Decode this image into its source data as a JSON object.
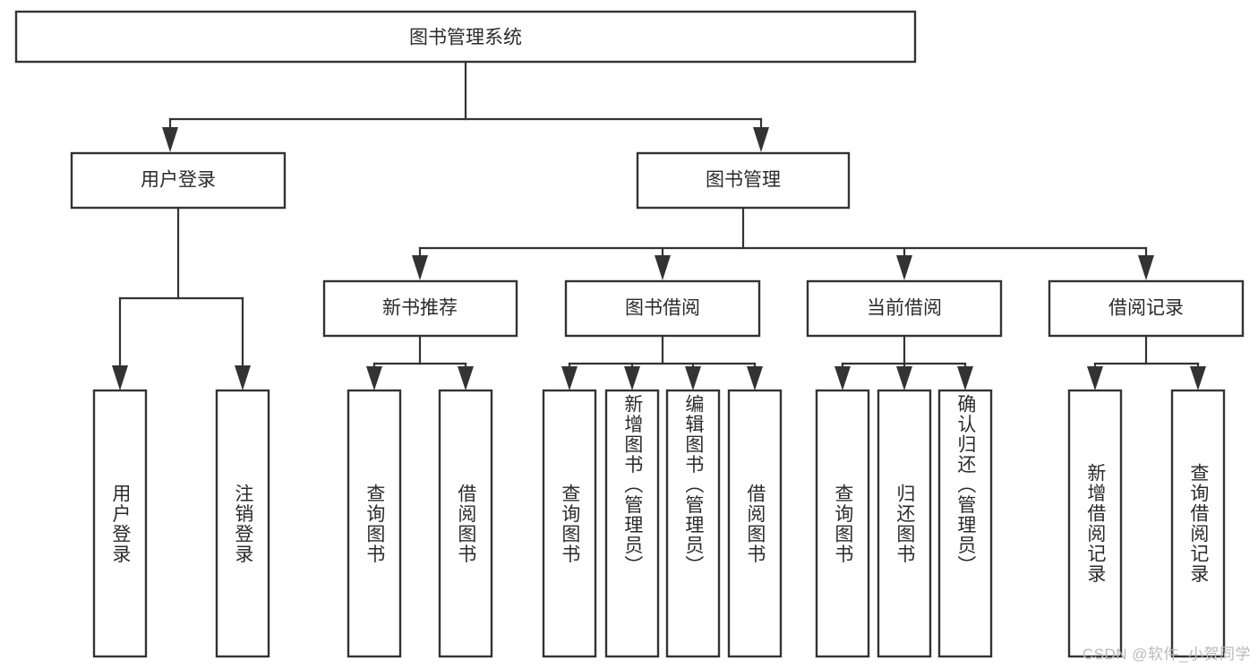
{
  "diagram": {
    "title": "图书管理系统",
    "type": "tree-hierarchy-diagram",
    "orientation": "top-down",
    "colors": {
      "box_stroke": "#333333",
      "box_fill": "#ffffff",
      "connector": "#333333",
      "text": "#2b2b2b",
      "background": "#ffffff",
      "watermark": "#b9b9b9"
    },
    "root": {
      "label": "图书管理系统",
      "text_direction": "horizontal"
    },
    "level2": [
      {
        "id": "user-login",
        "label": "用户登录",
        "text_direction": "horizontal"
      },
      {
        "id": "book-management",
        "label": "图书管理",
        "text_direction": "horizontal"
      }
    ],
    "level3": [
      {
        "id": "new-book-recommend",
        "label": "新书推荐",
        "text_direction": "horizontal",
        "parent": "book-management"
      },
      {
        "id": "book-borrow",
        "label": "图书借阅",
        "text_direction": "horizontal",
        "parent": "book-management"
      },
      {
        "id": "current-borrow",
        "label": "当前借阅",
        "text_direction": "horizontal",
        "parent": "book-management"
      },
      {
        "id": "borrow-record",
        "label": "借阅记录",
        "text_direction": "horizontal",
        "parent": "book-management"
      }
    ],
    "leaves": [
      {
        "id": "leaf-user-login",
        "label": "用户登录",
        "parent": "user-login",
        "text_direction": "vertical"
      },
      {
        "id": "leaf-logout",
        "label": "注销登录",
        "parent": "user-login",
        "text_direction": "vertical"
      },
      {
        "id": "leaf-query-book-1",
        "label": "查询图书",
        "parent": "new-book-recommend",
        "text_direction": "vertical"
      },
      {
        "id": "leaf-borrow-book-1",
        "label": "借阅图书",
        "parent": "new-book-recommend",
        "text_direction": "vertical"
      },
      {
        "id": "leaf-query-book-2",
        "label": "查询图书",
        "parent": "book-borrow",
        "text_direction": "vertical"
      },
      {
        "id": "leaf-add-book-admin",
        "label": "新增图书（管理员）",
        "parent": "book-borrow",
        "text_direction": "vertical"
      },
      {
        "id": "leaf-edit-book-admin",
        "label": "编辑图书（管理员）",
        "parent": "book-borrow",
        "text_direction": "vertical"
      },
      {
        "id": "leaf-borrow-book-2",
        "label": "借阅图书",
        "parent": "book-borrow",
        "text_direction": "vertical"
      },
      {
        "id": "leaf-query-book-3",
        "label": "查询图书",
        "parent": "current-borrow",
        "text_direction": "vertical"
      },
      {
        "id": "leaf-return-book",
        "label": "归还图书",
        "parent": "current-borrow",
        "text_direction": "vertical"
      },
      {
        "id": "leaf-confirm-return-admin",
        "label": "确认归还（管理员）",
        "parent": "current-borrow",
        "text_direction": "vertical"
      },
      {
        "id": "leaf-add-borrow-record",
        "label": "新增借阅记录",
        "parent": "borrow-record",
        "text_direction": "vertical"
      },
      {
        "id": "leaf-query-borrow-record",
        "label": "查询借阅记录",
        "parent": "borrow-record",
        "text_direction": "vertical"
      }
    ]
  },
  "watermark": {
    "text": "CSDN @软件_小贺同学"
  }
}
